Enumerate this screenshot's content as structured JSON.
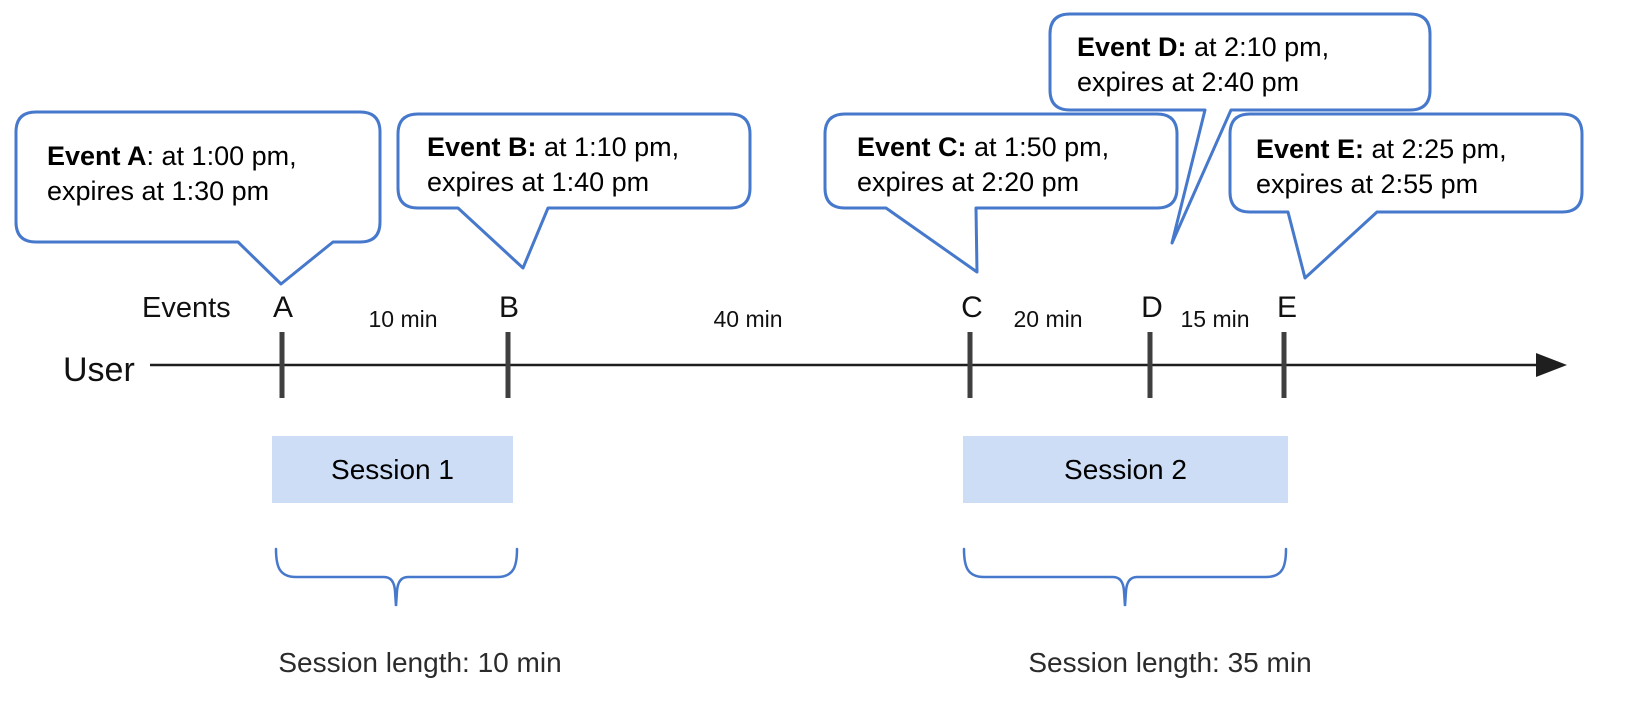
{
  "bubbles": [
    {
      "bold": "Event A",
      "rest": ": at 1:00 pm,",
      "line2": "expires at 1:30 pm"
    },
    {
      "bold": "Event B:",
      "rest": " at 1:10 pm,",
      "line2": "expires at 1:40 pm"
    },
    {
      "bold": "Event C:",
      "rest": " at 1:50 pm,",
      "line2": "expires at 2:20 pm"
    },
    {
      "bold": "Event D:",
      "rest": " at 2:10 pm,",
      "line2": "expires at 2:40 pm"
    },
    {
      "bold": "Event E:",
      "rest": " at 2:25 pm,",
      "line2": "expires at 2:55 pm"
    }
  ],
  "timeline": {
    "user_label": "User",
    "events_label": "Events",
    "event_marks": [
      "A",
      "B",
      "C",
      "D",
      "E"
    ],
    "intervals": [
      "10 min",
      "40 min",
      "20 min",
      "15 min"
    ]
  },
  "sessions": [
    {
      "label": "Session 1",
      "length": "Session length: 10 min"
    },
    {
      "label": "Session 2",
      "length": "Session length: 35 min"
    }
  ],
  "colors": {
    "bubble_border": "#4678cb",
    "session_fill": "#cdddf6",
    "brace": "#4678cb",
    "axis_line": "#1f1f1f",
    "tick": "#3f3f3f"
  }
}
